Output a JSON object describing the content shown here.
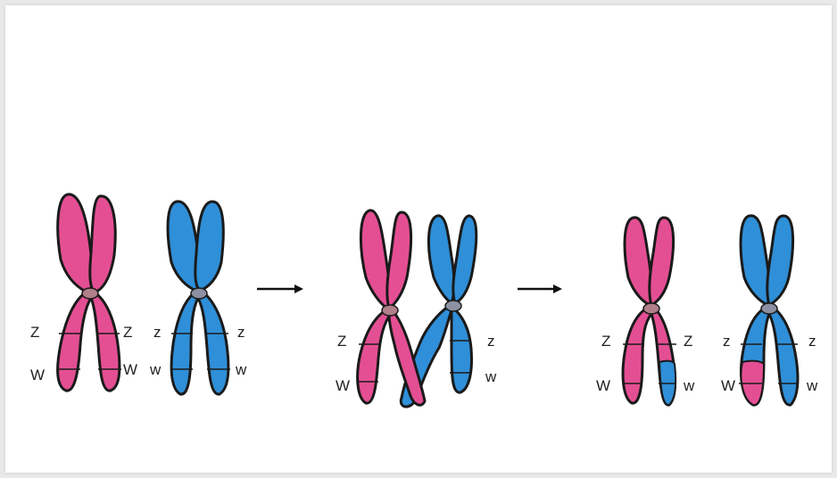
{
  "colors": {
    "pink": "#e44f93",
    "blue": "#2f8fd8",
    "centromere": "#b07f8a",
    "outline": "#1a1a1a"
  },
  "stages": [
    {
      "labels": {
        "left_upper": "Z",
        "left_lower": "W",
        "mid_upper": "Z",
        "mid_lower": "W",
        "mid2_upper": "z",
        "mid2_lower": "w",
        "right_upper": "z",
        "right_lower": "w"
      }
    },
    {
      "labels": {
        "left_upper": "Z",
        "left_lower": "W",
        "right_upper": "z",
        "right_lower": "w"
      }
    },
    {
      "labels": {
        "left_upper": "Z",
        "left_lower": "W",
        "mid_upper": "Z",
        "mid_lower": "w",
        "mid2_upper": "z",
        "mid2_lower": "W",
        "right_upper": "z",
        "right_lower": "w"
      }
    }
  ]
}
